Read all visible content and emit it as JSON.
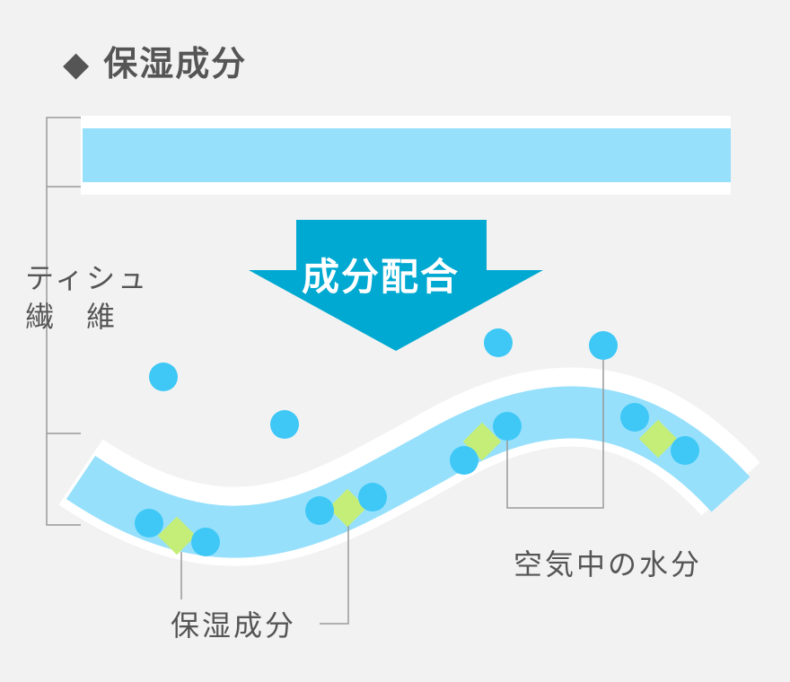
{
  "title": {
    "marker": "◆",
    "text": "保湿成分"
  },
  "arrow": {
    "label": "成分配合"
  },
  "labels": {
    "tissue_fiber_line1": "ティシュ",
    "tissue_fiber_line2": "繊　維",
    "moisturizing": "保湿成分",
    "water_in_air": "空気中の水分"
  },
  "colors": {
    "background": "#f2f2f2",
    "fiber": "#96e0fc",
    "fiber_edge": "#ffffff",
    "arrow": "#00a9d1",
    "water": "#3fc8f6",
    "moisturizer": "#c5ee78",
    "text": "#555555",
    "leader": "#999999"
  }
}
